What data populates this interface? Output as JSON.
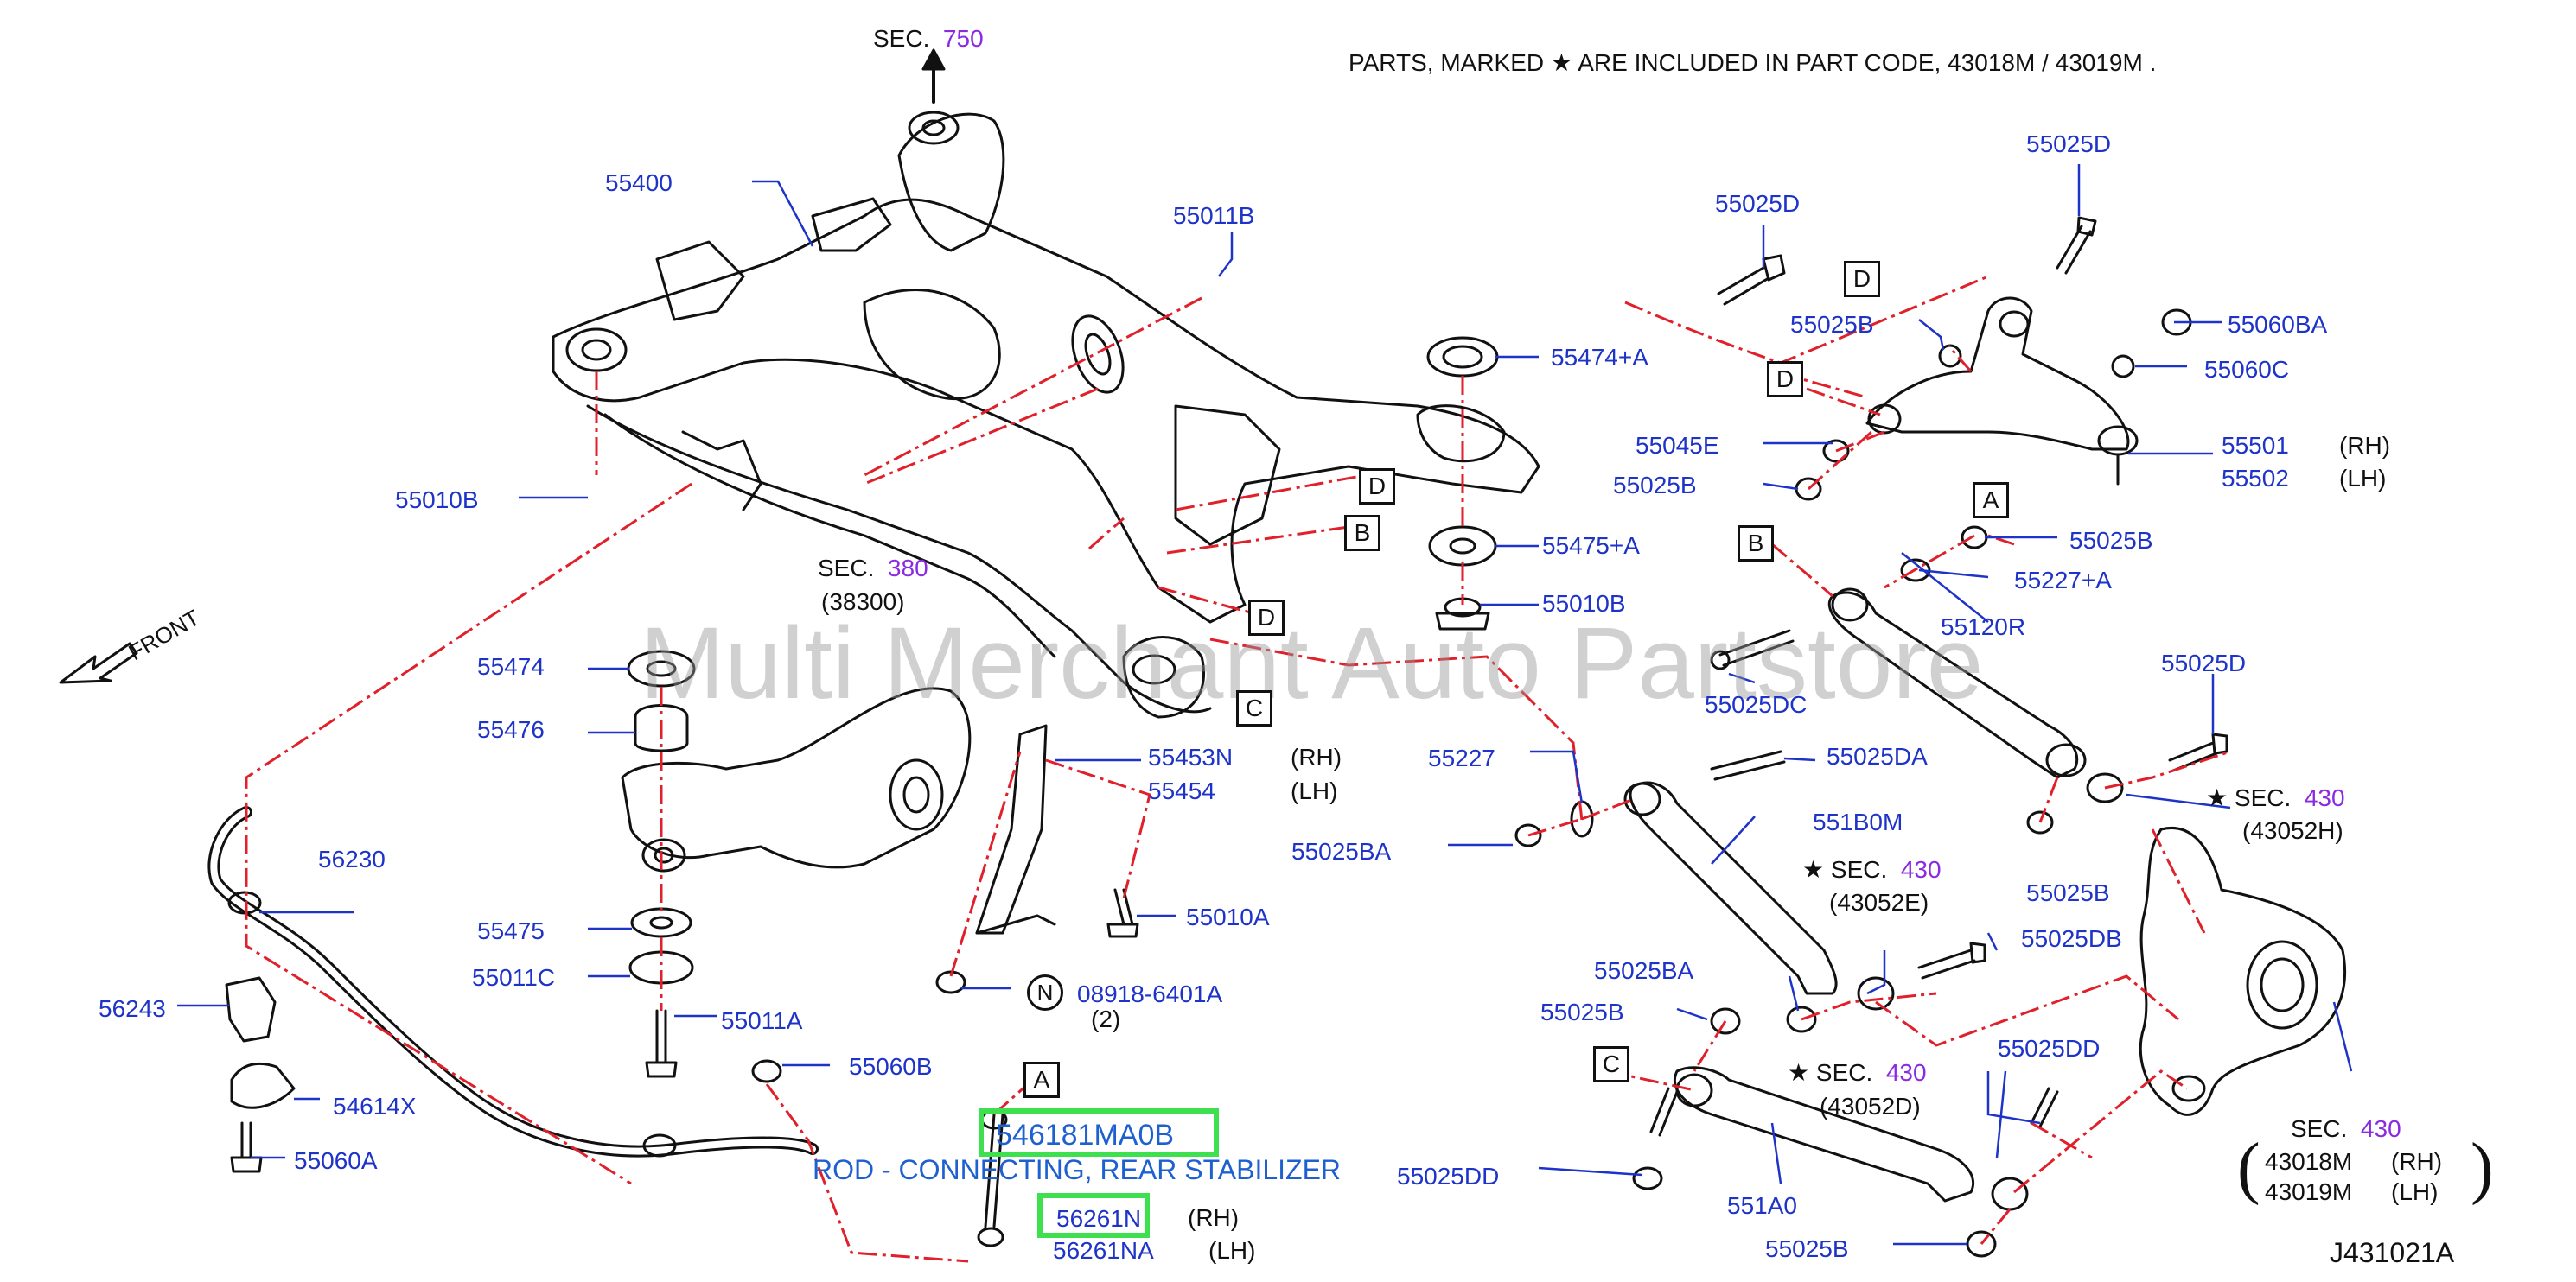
{
  "header": {
    "note_prefix": "PARTS,   MARKED",
    "note_star": "★",
    "note_suffix": "ARE   INCLUDED   IN   PART   CODE,   43018M   /   43019M   .",
    "diagram_id": "J431021A",
    "front_label": "FRONT"
  },
  "watermark": "Multi Merchant Auto Partstore",
  "sections": {
    "sec750": {
      "prefix": "SEC.",
      "num": "750"
    },
    "sec380": {
      "prefix": "SEC.",
      "num": "380",
      "sub": "(38300)"
    },
    "sec430a": {
      "star": "★",
      "prefix": "SEC.",
      "num": "430",
      "sub": "(43052H)"
    },
    "sec430b": {
      "star": "★",
      "prefix": "SEC.",
      "num": "430",
      "sub": "(43052E)"
    },
    "sec430c": {
      "star": "★",
      "prefix": "SEC.",
      "num": "430",
      "sub": "(43052D)"
    },
    "sec430d": {
      "prefix": "SEC.",
      "num": "430",
      "rh_code": "43018M",
      "rh": "(RH)",
      "lh_code": "43019M",
      "lh": "(LH)"
    }
  },
  "parts": {
    "p55400": "55400",
    "p55011B": "55011B",
    "p55010B_a": "55010B",
    "p55474A": "55474+A",
    "p55475A": "55475+A",
    "p55010B_b": "55010B",
    "p55474": "55474",
    "p55476": "55476",
    "p55475": "55475",
    "p55011C": "55011C",
    "p55011A": "55011A",
    "p55060B": "55060B",
    "p56230": "56230",
    "p56243": "56243",
    "p54614X": "54614X",
    "p55060A": "55060A",
    "p55453N": "55453N",
    "p55453N_side": "(RH)",
    "p55454": "55454",
    "p55454_side": "(LH)",
    "p55010A": "55010A",
    "p08918": "08918-6401A",
    "p08918_qty": "(2)",
    "p08918_circ": "N",
    "p56261N_side": "(RH)",
    "p56261NA": "56261NA",
    "p56261NA_side": "(LH)",
    "p55025DD_a": "55025DD",
    "p55025D_a": "55025D",
    "p55025D_b": "55025D",
    "p55025B_a": "55025B",
    "p55060BA": "55060BA",
    "p55060C": "55060C",
    "p55045E": "55045E",
    "p55025B_b": "55025B",
    "p55501": "55501",
    "p55501_side": "(RH)",
    "p55502": "55502",
    "p55502_side": "(LH)",
    "p55025B_c": "55025B",
    "p55227A": "55227+A",
    "p55120R": "55120R",
    "p55025DC": "55025DC",
    "p55025D_c": "55025D",
    "p55227": "55227",
    "p55025DA": "55025DA",
    "p551B0M": "551B0M",
    "p55025BA_a": "55025BA",
    "p55025B_d": "55025B",
    "p55025BA_b": "55025BA",
    "p55025DB": "55025DB",
    "p55025B_e": "55025B",
    "p55025DD_b": "55025DD",
    "p551A0": "551A0",
    "p55025B_f": "55025B"
  },
  "callouts": {
    "D1": "D",
    "D2": "D",
    "D3": "D",
    "D4": "D",
    "B1": "B",
    "B2": "B",
    "C1": "C",
    "C2": "C",
    "A1": "A",
    "A2": "A"
  },
  "highlights": {
    "part_number": "546181MA0B",
    "part_name": "ROD - CONNECTING, REAR STABILIZER",
    "second": "56261N"
  },
  "colors": {
    "label_blue": "#1e33c8",
    "section_purple": "#8a2be2",
    "leader_red": "#e0202a",
    "highlight_green": "#3fe04f"
  }
}
